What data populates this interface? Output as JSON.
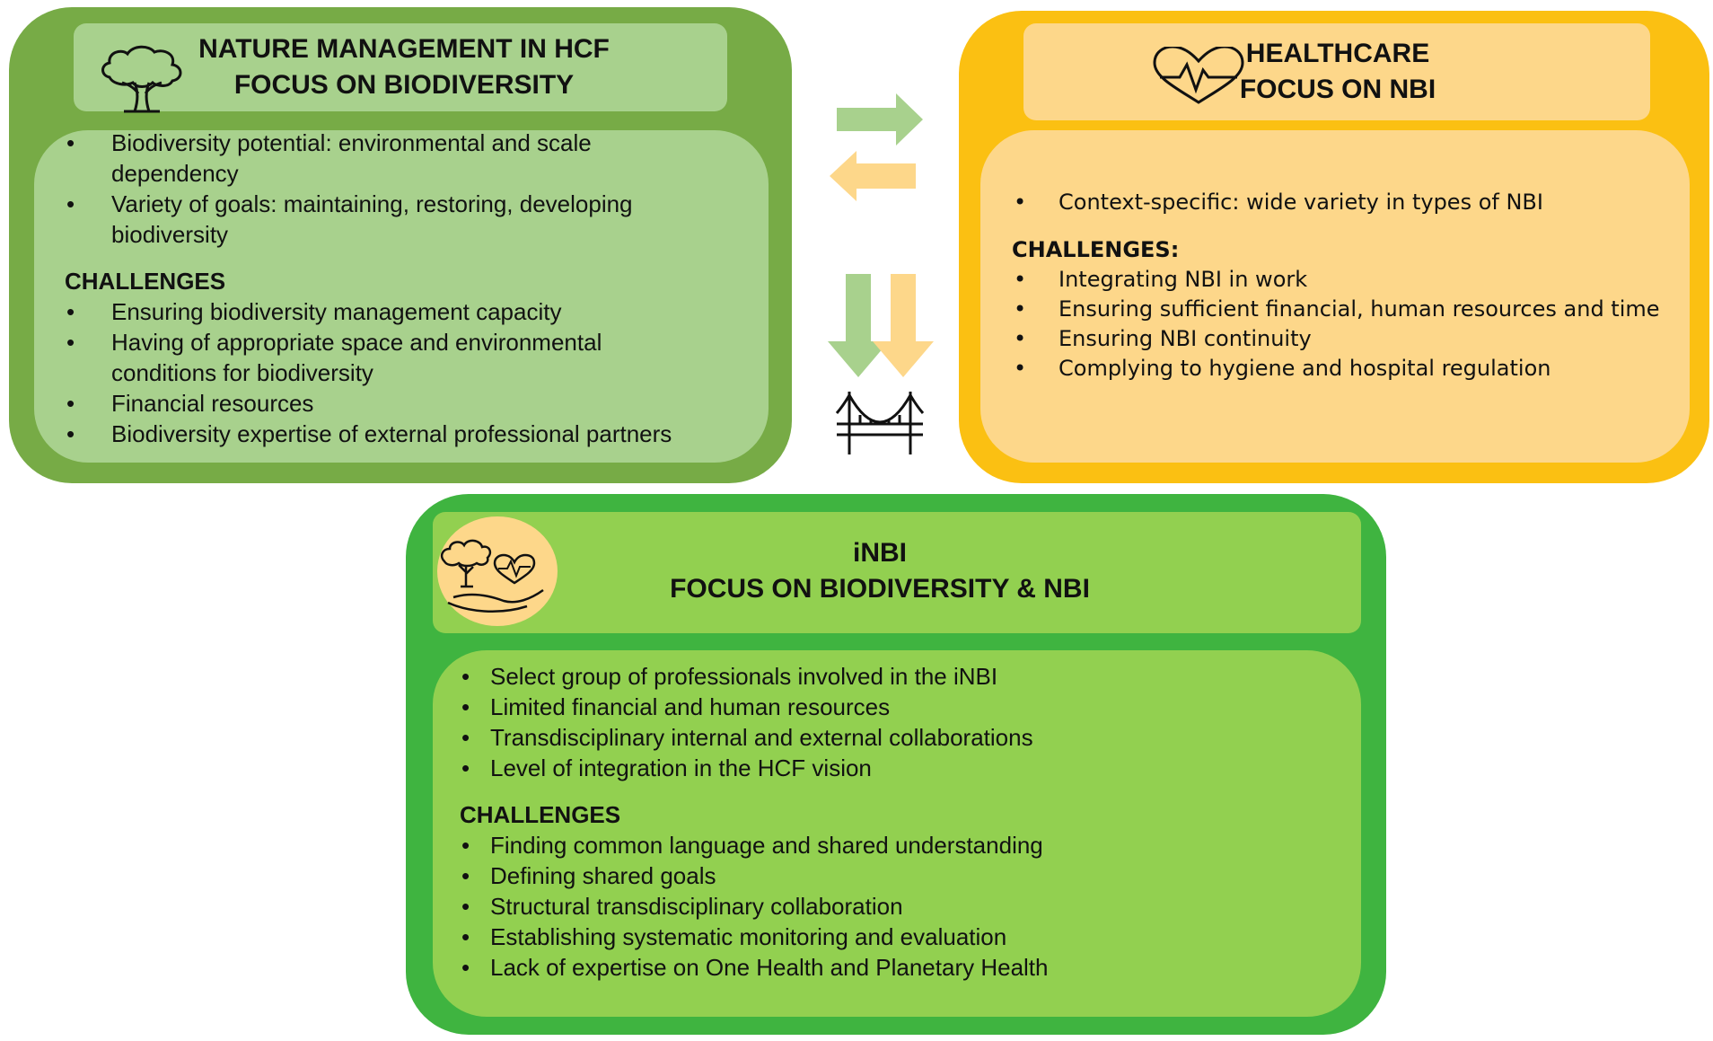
{
  "nature": {
    "title_line1": "NATURE MANAGEMENT IN HCF",
    "title_line2": "FOCUS ON BIODIVERSITY",
    "items": [
      "Biodiversity potential: environmental and scale dependency",
      "Variety of goals: maintaining, restoring, developing biodiversity"
    ],
    "challenges_label": "CHALLENGES",
    "challenges": [
      "Ensuring biodiversity management capacity",
      "Having of appropriate space and environmental conditions for biodiversity",
      "Financial resources",
      "Biodiversity expertise of external professional partners"
    ],
    "icon": "tree-icon",
    "colors": {
      "outer": "#77AB46",
      "header": "#A8D18D",
      "inner": "#A8D18D"
    }
  },
  "healthcare": {
    "title_line1": "HEALTHCARE",
    "title_line2": "FOCUS ON NBI",
    "items": [
      "Context-specific: wide variety in types of NBI"
    ],
    "challenges_label": "CHALLENGES:",
    "challenges": [
      "Integrating NBI in work",
      "Ensuring sufficient financial, human resources and time",
      "Ensuring NBI continuity",
      "Complying to hygiene and hospital regulation"
    ],
    "icon": "heart-pulse-icon",
    "colors": {
      "outer": "#FBC012",
      "header": "#FDD78A",
      "inner": "#FDD78A"
    }
  },
  "inbi": {
    "title_line1": "iNBI",
    "title_line2": "FOCUS ON BIODIVERSITY & NBI",
    "items": [
      "Select group of professionals involved in the iNBI",
      "Limited financial and human resources",
      "Transdisciplinary internal and external collaborations",
      "Level of integration in the HCF vision"
    ],
    "challenges_label": "CHALLENGES",
    "challenges": [
      "Finding common language and shared understanding",
      "Defining shared goals",
      "Structural transdisciplinary collaboration",
      "Establishing systematic monitoring and evaluation",
      "Lack of expertise on One Health and Planetary Health"
    ],
    "icon": "tree-heart-hand-icon",
    "colors": {
      "outer": "#3FB440",
      "header": "#92D050",
      "inner": "#92D050",
      "badge": "#FDD78A"
    }
  },
  "connectors": {
    "arrow_right_color": "#A8D18D",
    "arrow_left_color": "#FDD78A",
    "arrow_down_green_color": "#A8D18D",
    "arrow_down_yellow_color": "#FDD78A",
    "bridge_icon": "bridge-icon"
  }
}
